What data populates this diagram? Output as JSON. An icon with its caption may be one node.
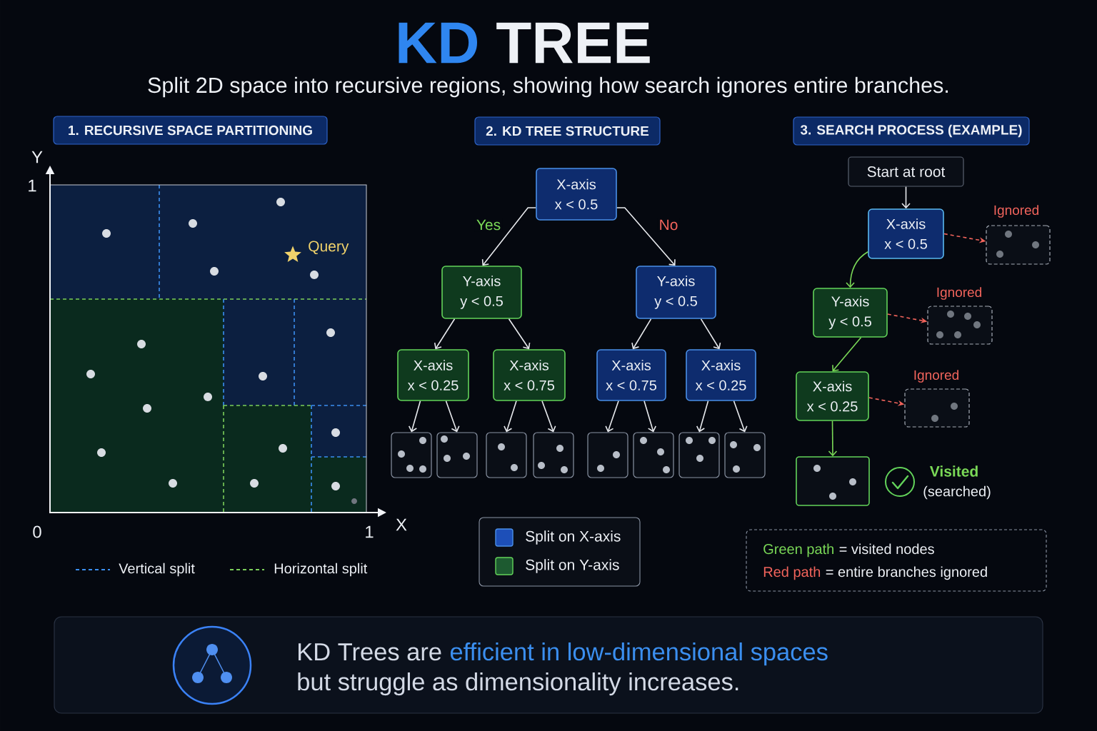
{
  "diagram": {
    "title": "KD TREE",
    "nodes": [
      {
        "text": [
          "1. RECURSIVE SPACE PARTITIONING"
        ]
      },
      {
        "text": [
          "2. KD TREE STRUCTURE"
        ]
      },
      {
        "text": [
          "3. SEARCH PROCESS (EXAMPLE)"
        ]
      },
      {
        "text": [
          "X-axis",
          "x < 0.5"
        ]
      },
      {
        "text": [
          "Y-axis",
          "y < 0.5"
        ]
      },
      {
        "text": [
          "Y-axis",
          "y < 0.5"
        ]
      },
      {
        "text": [
          "X-axis",
          "x < 0.25"
        ]
      },
      {
        "text": [
          "X-axis",
          "x < 0.75"
        ]
      },
      {
        "text": [
          "X-axis",
          "x < 0.75"
        ]
      },
      {
        "text": [
          "X-axis",
          "x < 0.25"
        ]
      },
      {
        "text": [],
        "shape": "box"
      },
      {
        "text": [],
        "shape": "box"
      },
      {
        "text": [],
        "shape": "box"
      },
      {
        "text": [],
        "shape": "box"
      },
      {
        "text": [],
        "shape": "box"
      },
      {
        "text": [],
        "shape": "box"
      },
      {
        "text": [],
        "shape": "box"
      },
      {
        "text": [],
        "shape": "box"
      },
      {
        "text": [
          "Start at root"
        ]
      },
      {
        "text": [
          "X-axis",
          "x < 0.5"
        ]
      },
      {
        "text": [
          "Ignored"
        ]
      },
      {
        "text": [
          "Y-axis",
          "y < 0.5"
        ]
      },
      {
        "text": [
          "Ignored"
        ]
      },
      {
        "text": [
          "X-axis",
          "x < 0.25"
        ]
      },
      {
        "text": [
          "Ignored"
        ]
      },
      {
        "text": [],
        "shape": "box",
        "beside": [
          "Visited",
          "(searched)"
        ]
      },
      {
        "text": [
          "Green path",
          "= visited nodes",
          "Red path",
          "= entire branches ignored"
        ]
      },
      {
        "text": [
          "KD Trees are",
          "efficient in low-dimensional spaces",
          "but struggle as dimensionality increases."
        ]
      }
    ],
    "edges": [
      {
        "from": 3,
        "to": 4,
        "arrow": "to",
        "label": "Yes"
      },
      {
        "from": 3,
        "to": 5,
        "arrow": "to",
        "label": "No"
      },
      {
        "from": 4,
        "to": 6,
        "arrow": "to"
      },
      {
        "from": 4,
        "to": 7,
        "arrow": "to"
      },
      {
        "from": 5,
        "to": 8,
        "arrow": "to"
      },
      {
        "from": 5,
        "to": 9,
        "arrow": "to"
      },
      {
        "from": 6,
        "to": 10,
        "arrow": "to"
      },
      {
        "from": 6,
        "to": 11,
        "arrow": "to"
      },
      {
        "from": 7,
        "to": 12,
        "arrow": "to"
      },
      {
        "from": 7,
        "to": 13,
        "arrow": "to"
      },
      {
        "from": 8,
        "to": 14,
        "arrow": "to"
      },
      {
        "from": 8,
        "to": 15,
        "arrow": "to"
      },
      {
        "from": 9,
        "to": 16,
        "arrow": "to"
      },
      {
        "from": 9,
        "to": 17,
        "arrow": "to"
      },
      {
        "from": 18,
        "to": 19,
        "arrow": "to"
      },
      {
        "from": 19,
        "to": 20,
        "arrow": "to",
        "style": "dashed",
        "color": "#f2645c"
      },
      {
        "from": 19,
        "to": 21,
        "arrow": "to",
        "color": "#7ad857"
      },
      {
        "from": 21,
        "to": 22,
        "arrow": "to",
        "style": "dashed",
        "color": "#f2645c"
      },
      {
        "from": 21,
        "to": 23,
        "arrow": "to",
        "color": "#7ad857"
      },
      {
        "from": 23,
        "to": 24,
        "arrow": "to",
        "style": "dashed",
        "color": "#f2645c"
      },
      {
        "from": 23,
        "to": 25,
        "arrow": "to",
        "color": "#7ad857"
      }
    ],
    "labels": [
      "Split 2D space into recursive regions, showing how search ignores entire branches.",
      "Y",
      "1",
      "Query",
      "0",
      "1",
      "X"
    ],
    "legend": [
      {
        "text": "Vertical split"
      },
      {
        "text": "Horizontal split"
      },
      {
        "text": "Split on X-axis",
        "color": "#1d4fb8"
      },
      {
        "text": "Split on Y-axis",
        "color": "#1d5a30"
      }
    ]
  }
}
